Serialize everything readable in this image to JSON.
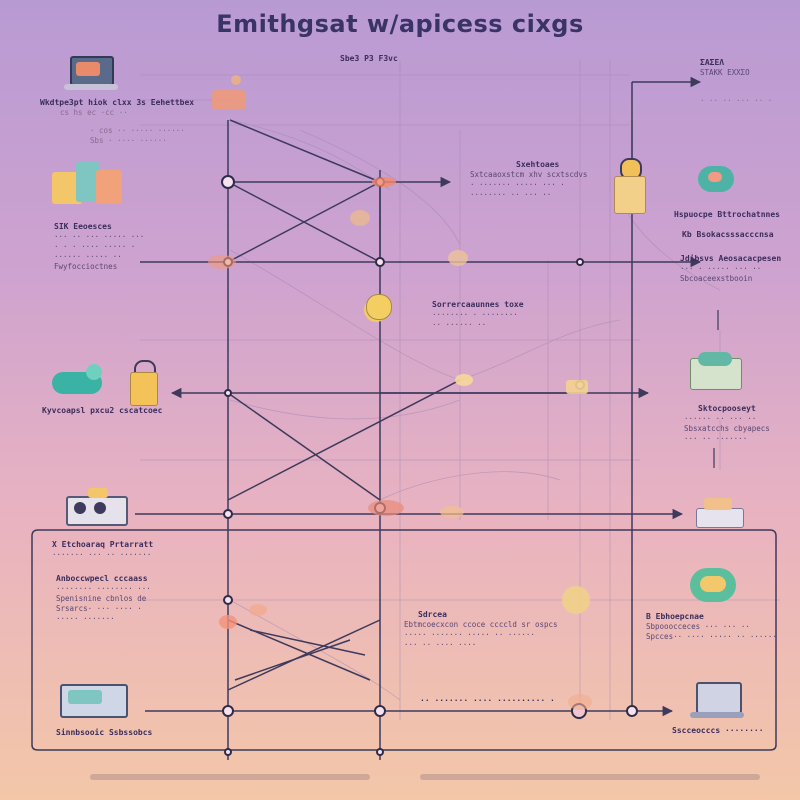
{
  "title": "Emithgsat w/apicess cixgs",
  "nodes": {
    "top_center": {
      "head": "Sbe3 P3 F3vc",
      "lines": []
    },
    "top_right": {
      "head": "ΣΑΣΕΛ",
      "lines": [
        "SΤΑΚΚ ΕΧΧΣΟ",
        "· ·· ·· ··· ·· ·"
      ]
    },
    "left1": {
      "head": "Wkdtpe3pt hiok clxx 3s Eehettbex",
      "lines": [
        "cs hs ec ·cc ··",
        "· cos ·· ····· ······",
        "Sbs · ···· ······"
      ]
    },
    "left2": {
      "head": "SIK Eeoesces",
      "lines": [
        "··· ·· ··· ····· ···",
        "· · · ···· ····· ·",
        "······ ····· ··",
        "Fwyfoccioctnes"
      ]
    },
    "left3": {
      "head": "Kyvcoapsl pxcu2 cscatcoec",
      "lines": []
    },
    "left4": {
      "head": "X Etchoaraq Prtarratt",
      "lines": [
        "······· ··· ·· ·······"
      ]
    },
    "left5": {
      "head": "Anboccwpecl cccaass",
      "lines": [
        "········ ········ ···",
        "Spenisnine cbnlos de",
        "Srsarcs· ··· ···· ·",
        "····· ·······"
      ]
    },
    "left6": {
      "head": "Sinnbsooic Ssbssobcs",
      "lines": []
    },
    "mid1": {
      "head": "Sxehtoaes",
      "lines": [
        "Sxtcaaoxstcm xhv scxtscdvs",
        "· ······· ····· ··· ·",
        "········ ·· ··· ··"
      ]
    },
    "mid2": {
      "head": "Sorrercaaunnes toxe",
      "lines": [
        "········ · ········",
        "·· ······ ··"
      ]
    },
    "mid3": {
      "head": "Sdrcea",
      "lines": [
        "Ebtmcoecxcon ccoce ccccld sr ospcs",
        "····· ······· ····· ·· ······",
        "··· ·· ···· ····"
      ]
    },
    "mid4": {
      "head": "·· ······· ···· ·········· ·",
      "lines": []
    },
    "right1": {
      "head": "Hspuocpe Bttrochatnnes",
      "lines": []
    },
    "right2": {
      "head": "Kb Bsokacsssacccnsa",
      "lines": []
    },
    "right3": {
      "head": "Jdibsvs Aeosacacpesen",
      "lines": [
        "··· · ····· ··· ··",
        "Sbcoaceexstbooin"
      ]
    },
    "right4": {
      "head": "Sktocpooseyt",
      "lines": [
        "······ ·· ··· ··",
        "Sbsxatcchs cbyapecs",
        "··· ·· ·······"
      ]
    },
    "right5": {
      "head": "B Ebhoepcnae",
      "lines": [
        "Sbpooocceces ··· ··· ··",
        "Spcces·· ···· ····· ·· ······"
      ]
    },
    "right6": {
      "head": "Sscceocccs ········",
      "lines": []
    }
  },
  "colors": {
    "line": "#3d3a5c",
    "light_line": "#9a7fa3",
    "accent_orange": "#e9925d",
    "accent_teal": "#4fb7a6",
    "accent_yellow": "#f3c56a"
  }
}
